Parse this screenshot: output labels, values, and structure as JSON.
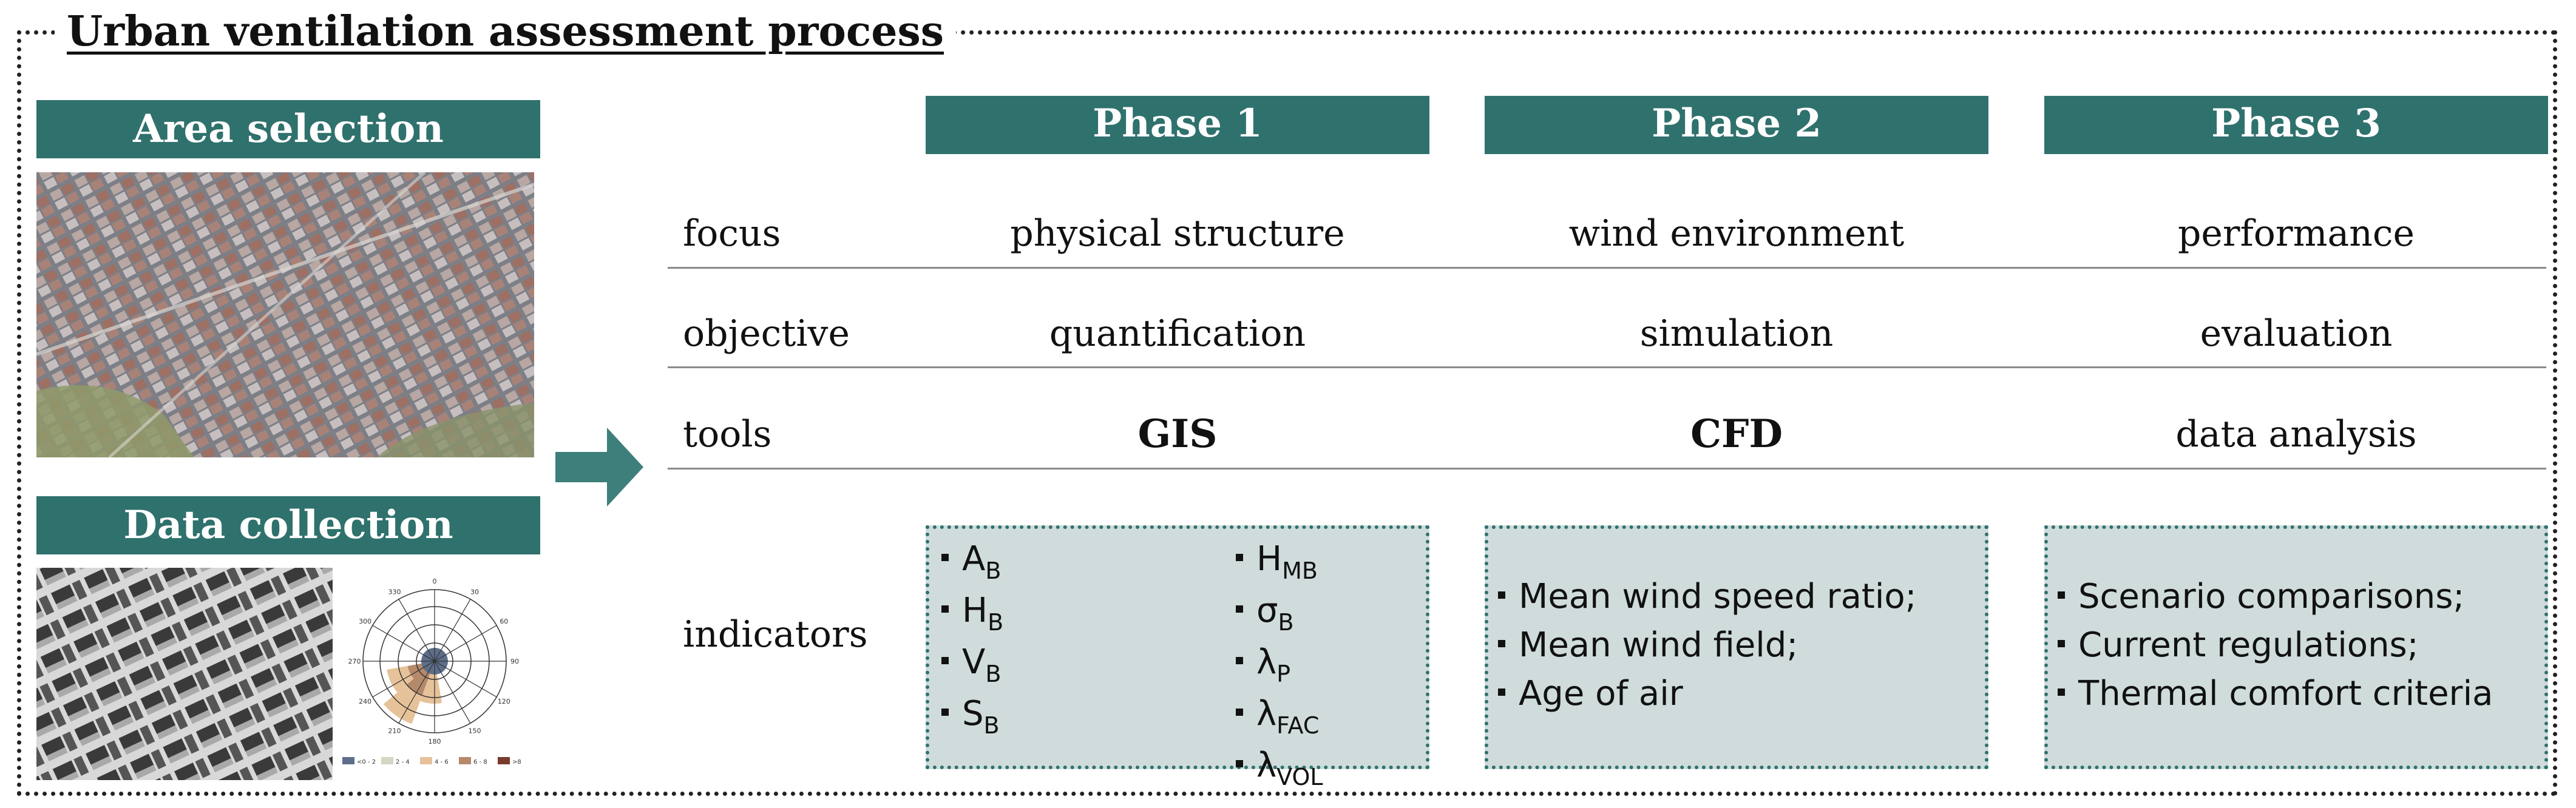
{
  "title": "Urban ventilation assessment process",
  "left_panel": {
    "area_selection_label": "Area selection",
    "data_collection_label": "Data collection",
    "wind_rose": {
      "directions": [
        "0",
        "30",
        "60",
        "90",
        "120",
        "150",
        "180",
        "210",
        "240",
        "270",
        "300",
        "330"
      ],
      "legend": [
        "<0 - 2",
        "2 - 4",
        "4 - 6",
        "6 - 8",
        ">8"
      ],
      "legend_colors": [
        "#5d6e8a",
        "#d6d6c4",
        "#e6c29a",
        "#b58a6a",
        "#7a3a2e"
      ]
    }
  },
  "phases": [
    {
      "label": "Phase 1",
      "focus": "physical structure",
      "objective": "quantification",
      "tools": "GIS"
    },
    {
      "label": "Phase 2",
      "focus": "wind environment",
      "objective": "simulation",
      "tools": "CFD"
    },
    {
      "label": "Phase 3",
      "focus": "performance",
      "objective": "evaluation",
      "tools": "data analysis"
    }
  ],
  "row_labels": {
    "focus": "focus",
    "objective": "objective",
    "tools": "tools",
    "indicators": "indicators"
  },
  "indicators": {
    "phase1_col1": [
      {
        "sym": "A",
        "sub": "B"
      },
      {
        "sym": "H",
        "sub": "B"
      },
      {
        "sym": "V",
        "sub": "B"
      },
      {
        "sym": "S",
        "sub": "B"
      }
    ],
    "phase1_col2": [
      {
        "sym": "H",
        "sub": "MB"
      },
      {
        "sym": "σ",
        "sub": "B"
      },
      {
        "sym": "λ",
        "sub": "P"
      },
      {
        "sym": "λ",
        "sub": "FAC"
      },
      {
        "sym": "λ",
        "sub": "VOL"
      }
    ],
    "phase2": [
      "Mean wind speed ratio;",
      "Mean wind field;",
      "Age of air"
    ],
    "phase3": [
      "Scenario comparisons;",
      "Current regulations;",
      "Thermal comfort criteria"
    ]
  },
  "colors": {
    "accent": "#2f716d",
    "indicator_fill": "#cfdcdb",
    "arrow": "#3d7f7b"
  }
}
